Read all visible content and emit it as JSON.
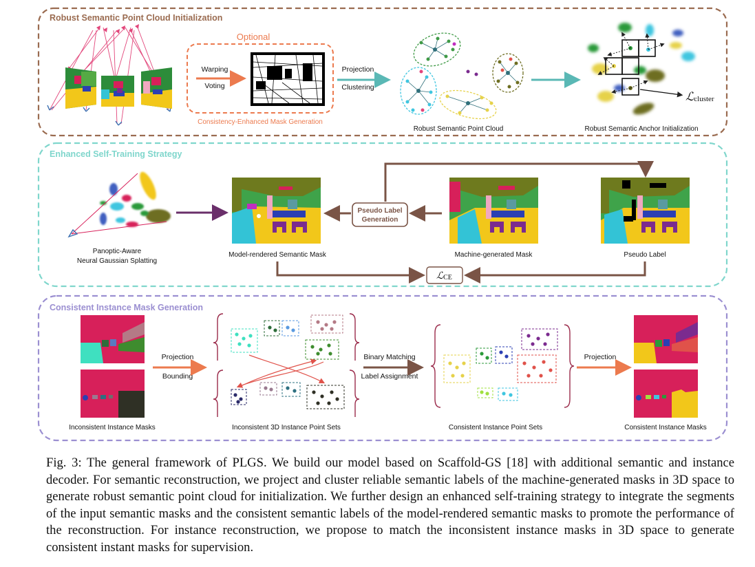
{
  "panel1": {
    "title": "Robust Semantic Point Cloud Initialization",
    "optional": "Optional",
    "warping": "Warping",
    "voting": "Voting",
    "mask_gen": "Consistency-Enhanced Mask Generation",
    "projection": "Projection",
    "clustering": "Clustering",
    "point_cloud": "Robust Semantic Point Cloud",
    "anchor_init": "Robust Semantic Anchor Initialization",
    "loss_symbol": "ℒ",
    "loss_sub": "cluster"
  },
  "panel2": {
    "title": "Enhanced Self-Training Strategy",
    "gs_line1": "Panoptic-Aware",
    "gs_line2": "Neural Gaussian Splatting",
    "model_rendered": "Model-rendered Semantic Mask",
    "pseudo_gen_line1": "Pseudo Label",
    "pseudo_gen_line2": "Generation",
    "machine_generated": "Machine-generated Mask",
    "pseudo_label": "Pseudo Label",
    "loss_symbol": "ℒ",
    "loss_sub": "CE"
  },
  "panel3": {
    "title": "Consistent Instance Mask Generation",
    "inconsistent_masks": "Inconsistent Instance Masks",
    "projection": "Projection",
    "bounding": "Bounding",
    "inconsistent_sets": "Inconsistent 3D Instance Point Sets",
    "binary_matching": "Binary Matching",
    "label_assignment": "Label Assignment",
    "consistent_sets": "Consistent Instance Point Sets",
    "projection2": "Projection",
    "consistent_masks": "Consistent Instance Masks"
  },
  "caption": "Fig. 3: The general framework of PLGS. We build our model based on Scaffold-GS [18] with additional semantic and instance decoder. For semantic reconstruction, we project and cluster reliable semantic labels of the machine-generated masks in 3D space to generate robust semantic point cloud for initialization. We further design an enhanced self-training strategy to integrate the segments of the input semantic masks and the consistent semantic labels of the model-rendered semantic masks to promote the performance of the reconstruction. For instance reconstruction, we propose to match the inconsistent instance masks in 3D space to generate consistent instant masks for supervision.",
  "colors": {
    "panel1_border": "#9a6b50",
    "panel2_border": "#7fd6cc",
    "panel3_border": "#9b8fd1",
    "orange": "#ec7a4e",
    "teal": "#5ab8b5",
    "purple_arrow": "#6a2f6a",
    "brown_arrow": "#7a5446"
  }
}
